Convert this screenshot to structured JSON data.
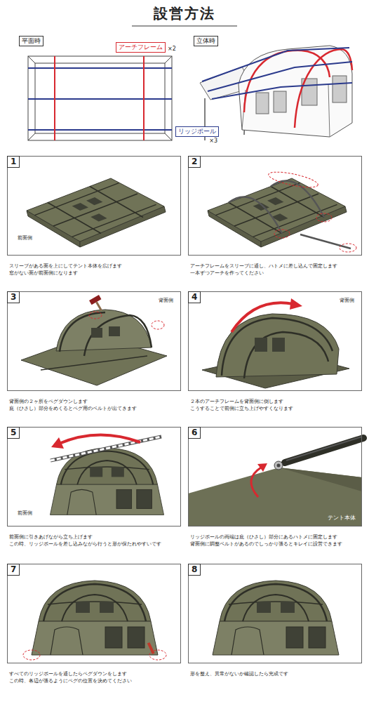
{
  "diagram": {
    "title": "設営方法",
    "nodes": [
      {
        "text": [
          "平面時"
        ]
      },
      {
        "text": [
          "立体時"
        ]
      },
      {
        "text": [
          "アーチフレーム"
        ]
      },
      {
        "text": [
          "リッジポール"
        ]
      },
      {
        "text": [
          "前面側",
          "スリーブがある面を上にしてテント本体を広げます",
          "窓がない面が前面側になります"
        ]
      },
      {
        "text": [
          "1"
        ],
        "in": 4
      },
      {
        "text": [
          "アーチフレームをスリーブに通し、ハトメに差し込んで固定します",
          "一本ずつアーチを作ってください"
        ]
      },
      {
        "text": [
          "2"
        ],
        "in": 6
      },
      {
        "text": [
          "背面側",
          "背面側の２ヶ所をペグダウンします",
          "庇（ひさし）部分をめくるとペグ用のベルトが出てきます"
        ]
      },
      {
        "text": [
          "3"
        ],
        "in": 8
      },
      {
        "text": [
          "背面側",
          "２本のアーチフレームを背面側に倒します",
          "こうすることで前側に立ち上げやすくなります"
        ]
      },
      {
        "text": [
          "4"
        ],
        "in": 10
      },
      {
        "text": [
          "前面側",
          "前面側に引きあげながら立ち上げます",
          "この時、リッジポールを差し込みながら行うと形が保たれやすいです"
        ]
      },
      {
        "text": [
          "5"
        ],
        "in": 12
      },
      {
        "text": [
          "テント本体",
          "リッジポールの両端は庇（ひさし）部分にあるハトメに固定します",
          "背面側に調整ベルトがあるのでしっかり張るとキレイに設営できます"
        ]
      },
      {
        "text": [
          "6"
        ],
        "in": 14
      },
      {
        "text": [
          "すべてのリッジポールを通したらペグダウンをします",
          "この時、各辺が張るようにペグの位置を決めてください"
        ]
      },
      {
        "text": [
          "7"
        ],
        "in": 16
      },
      {
        "text": [
          "形を整え、異常がないか確認したら完成です"
        ]
      },
      {
        "text": [
          "8"
        ],
        "in": 18
      }
    ],
    "labels": [
      "×2",
      "×3"
    ]
  }
}
